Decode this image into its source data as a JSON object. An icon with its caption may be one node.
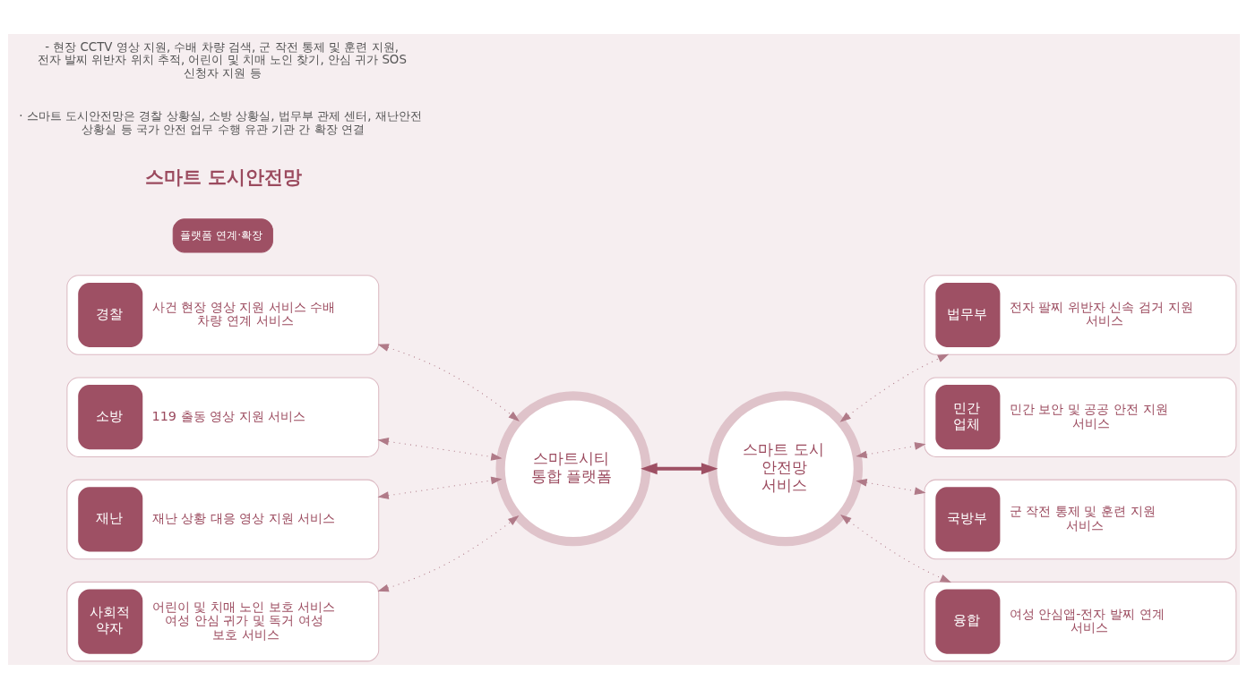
{
  "diagram": {
    "nodes": [
      {
        "text": [
          "경찰",
          "사건 현장 영상 지원 서비스 수배 차량 연계 서비스"
        ]
      },
      {
        "text": [
          "소방",
          "119 출동 영상 지원 서비스"
        ]
      },
      {
        "text": [
          "재난",
          "재난 상황 대응 영상 지원 서비스"
        ]
      },
      {
        "text": [
          "사회적 약자",
          "어린이 및 치매 노인 보호 서비스 여성 안심 귀가 및 독거 여성 보호 서비스"
        ]
      },
      {
        "text": [
          "스마트시티 통합 플랫폼"
        ]
      },
      {
        "text": [
          "스마트 도시 안전망 서비스"
        ]
      },
      {
        "text": [
          "법무부",
          "전자 팔찌 위반자 신속 검거 지원 서비스"
        ]
      },
      {
        "text": [
          "민간 업체",
          "민간 보안 및 공공 안전 지원 서비스"
        ]
      },
      {
        "text": [
          "국방부",
          "군 작전 통제 및 훈련 지원 서비스"
        ]
      },
      {
        "text": [
          "융합",
          "여성 안심앱-전자 발찌 연계 서비스"
        ]
      }
    ],
    "edges": [
      {
        "from": 0,
        "to": 4,
        "arrow": "both",
        "style": "dashed"
      },
      {
        "from": 1,
        "to": 4,
        "arrow": "both",
        "style": "dashed"
      },
      {
        "from": 2,
        "to": 4,
        "arrow": "both",
        "style": "dashed"
      },
      {
        "from": 3,
        "to": 4,
        "arrow": "both",
        "style": "dashed"
      },
      {
        "from": 4,
        "to": 5,
        "arrow": "both",
        "style": "thick"
      },
      {
        "from": 5,
        "to": 6,
        "arrow": "both",
        "style": "dashed"
      },
      {
        "from": 5,
        "to": 7,
        "arrow": "both",
        "style": "dashed"
      },
      {
        "from": 5,
        "to": 8,
        "arrow": "both",
        "style": "dashed"
      },
      {
        "from": 5,
        "to": 9,
        "arrow": "both",
        "style": "dashed"
      }
    ],
    "labels": [
      "플랫폼 연계·확장",
      "스마트 도시안전망",
      "· 스마트 도시안전망은 경찰 상황실, 소방 상황실, 법무부 관제 센터, 재난안전 상황실 등 국가 안전 업무 수행 유관 기관 간 확장 연결",
      "- 현장 CCTV 영상 지원, 수배 차량 검색, 군 작전 통제 및 훈련 지원, 전자 발찌 위반자 위치 추적, 어린이 및 치매 노인 찾기, 안심 귀가 SOS 신청자 지원 등"
    ]
  }
}
